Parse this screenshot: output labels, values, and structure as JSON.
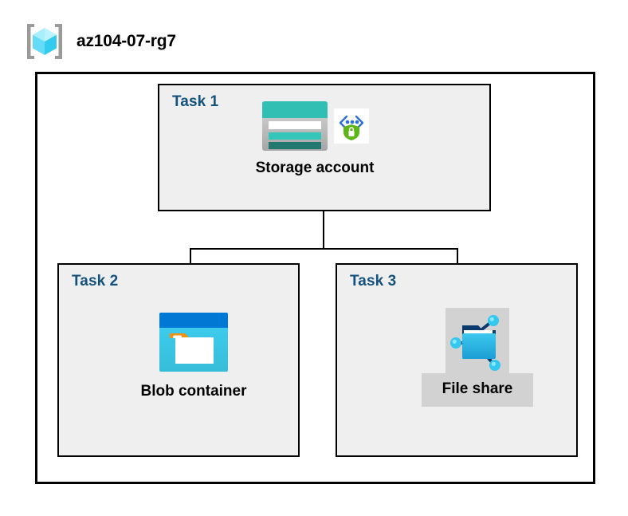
{
  "header": {
    "resource_group_name": "az104-07-rg7",
    "icon": "resource-group-cube-icon"
  },
  "diagram": {
    "type": "azure-architecture-diagram",
    "colors": {
      "task_label": "#13527c",
      "box_fill": "#efefef",
      "box_border": "#000000",
      "frame_border": "#000000",
      "plate_gray": "#d2d2d2",
      "storage_teal": "#32bfb3",
      "storage_dark_teal": "#22776f",
      "blob_blue": "#0078d4",
      "blob_cyan": "#32c5e8",
      "blob_orange": "#f2900f",
      "fileshare_cyan": "#32c8f0",
      "fileshare_navy": "#0b3a6f",
      "shield_green": "#5cb617",
      "bracket_blue": "#2a6fd6",
      "cube_cyan": "#7fe3fb",
      "cube_bracket_gray": "#9a9a9a"
    },
    "tasks": [
      {
        "id": "task1",
        "label": "Task 1",
        "node_caption": "Storage account",
        "icons": [
          "storage-account-icon",
          "encryption-shield-icon"
        ]
      },
      {
        "id": "task2",
        "label": "Task 2",
        "node_caption": "Blob container",
        "icons": [
          "blob-container-icon"
        ]
      },
      {
        "id": "task3",
        "label": "Task 3",
        "node_caption": "File share",
        "icons": [
          "file-share-icon"
        ]
      }
    ],
    "connections": [
      {
        "from": "task1",
        "to": "task2"
      },
      {
        "from": "task1",
        "to": "task3"
      }
    ]
  }
}
